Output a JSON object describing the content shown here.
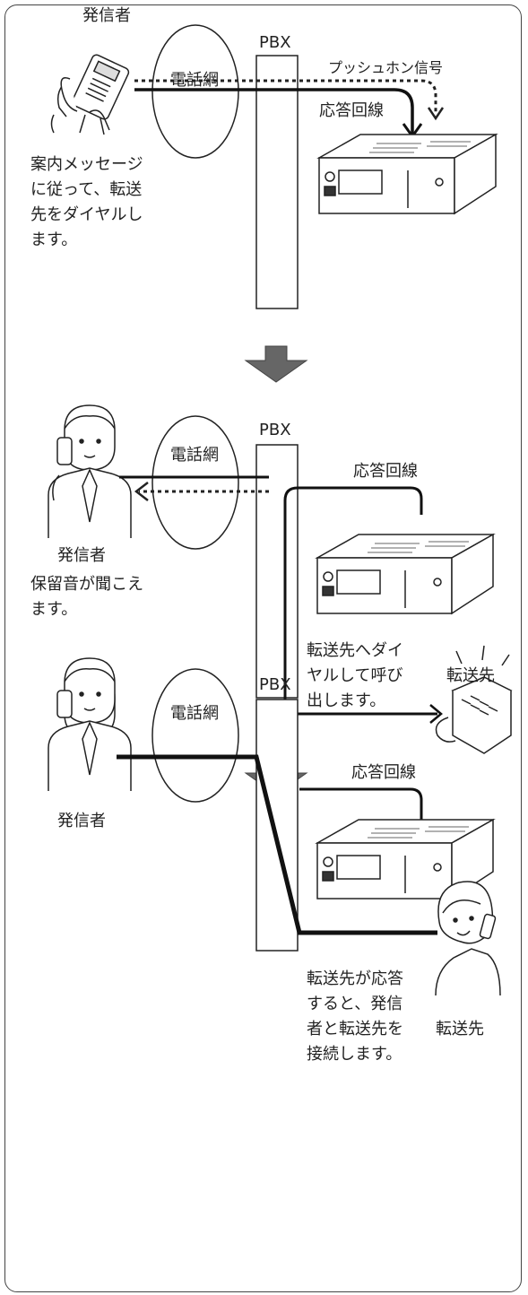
{
  "step1": {
    "caller_label": "発信者",
    "network_label": "電話網",
    "pbx_label": "PBX",
    "tone_label": "プッシュホン信号",
    "line_label": "応答回線",
    "caption": [
      "案内メッセージ",
      "に従って、転送",
      "先をダイヤルし",
      "ます。"
    ]
  },
  "step2": {
    "pbx_label": "PBX",
    "network_label": "電話網",
    "line_label": "応答回線",
    "caller_label": "発信者",
    "caller_caption": [
      "保留音が聞こえ",
      "ます。"
    ],
    "dial_caption": [
      "転送先へダイ",
      "ヤルして呼び",
      "出します。"
    ],
    "dest_label": "転送先"
  },
  "step3": {
    "pbx_label": "PBX",
    "network_label": "電話網",
    "line_label": "応答回線",
    "caller_label": "発信者",
    "connect_caption": [
      "転送先が応答",
      "すると、発信",
      "者と転送先を",
      "接続します。"
    ],
    "dest_label": "転送先"
  }
}
